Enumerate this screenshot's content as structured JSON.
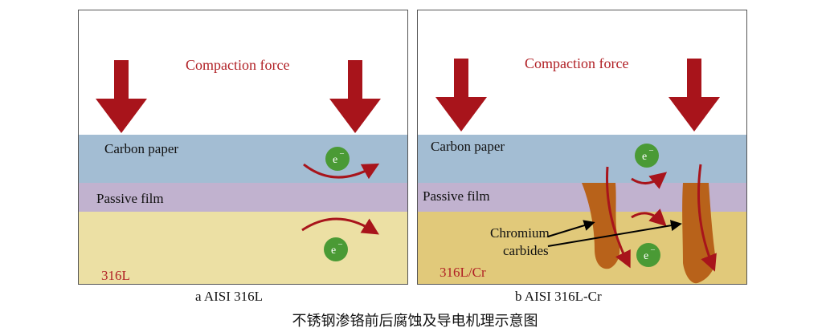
{
  "panels": [
    {
      "force_label": "Compaction force",
      "carbon_label": "Carbon paper",
      "passive_label": "Passive film",
      "alloy_label": "316L",
      "electron": "e",
      "caption": "a  AISI 316L"
    },
    {
      "force_label": "Compaction force",
      "carbon_label": "Carbon paper",
      "passive_label": "Passive film",
      "alloy_label": "316L/Cr",
      "electron": "e",
      "carbide_label_line1": "Chromium",
      "carbide_label_line2": "carbides",
      "caption": "b  AISI 316L-Cr"
    }
  ],
  "figure_title": "不锈钢渗铬前后腐蚀及导电机理示意图",
  "colors": {
    "arrow_red": "#a8141b",
    "carbon_paper": "#a3bdd3",
    "passive_film": "#c1b2cf",
    "metal_316L": "#ece0a4",
    "metal_316L_Cr": "#e1c97a",
    "chromium_carbide": "#b8621a",
    "electron": "#4a9a35"
  }
}
